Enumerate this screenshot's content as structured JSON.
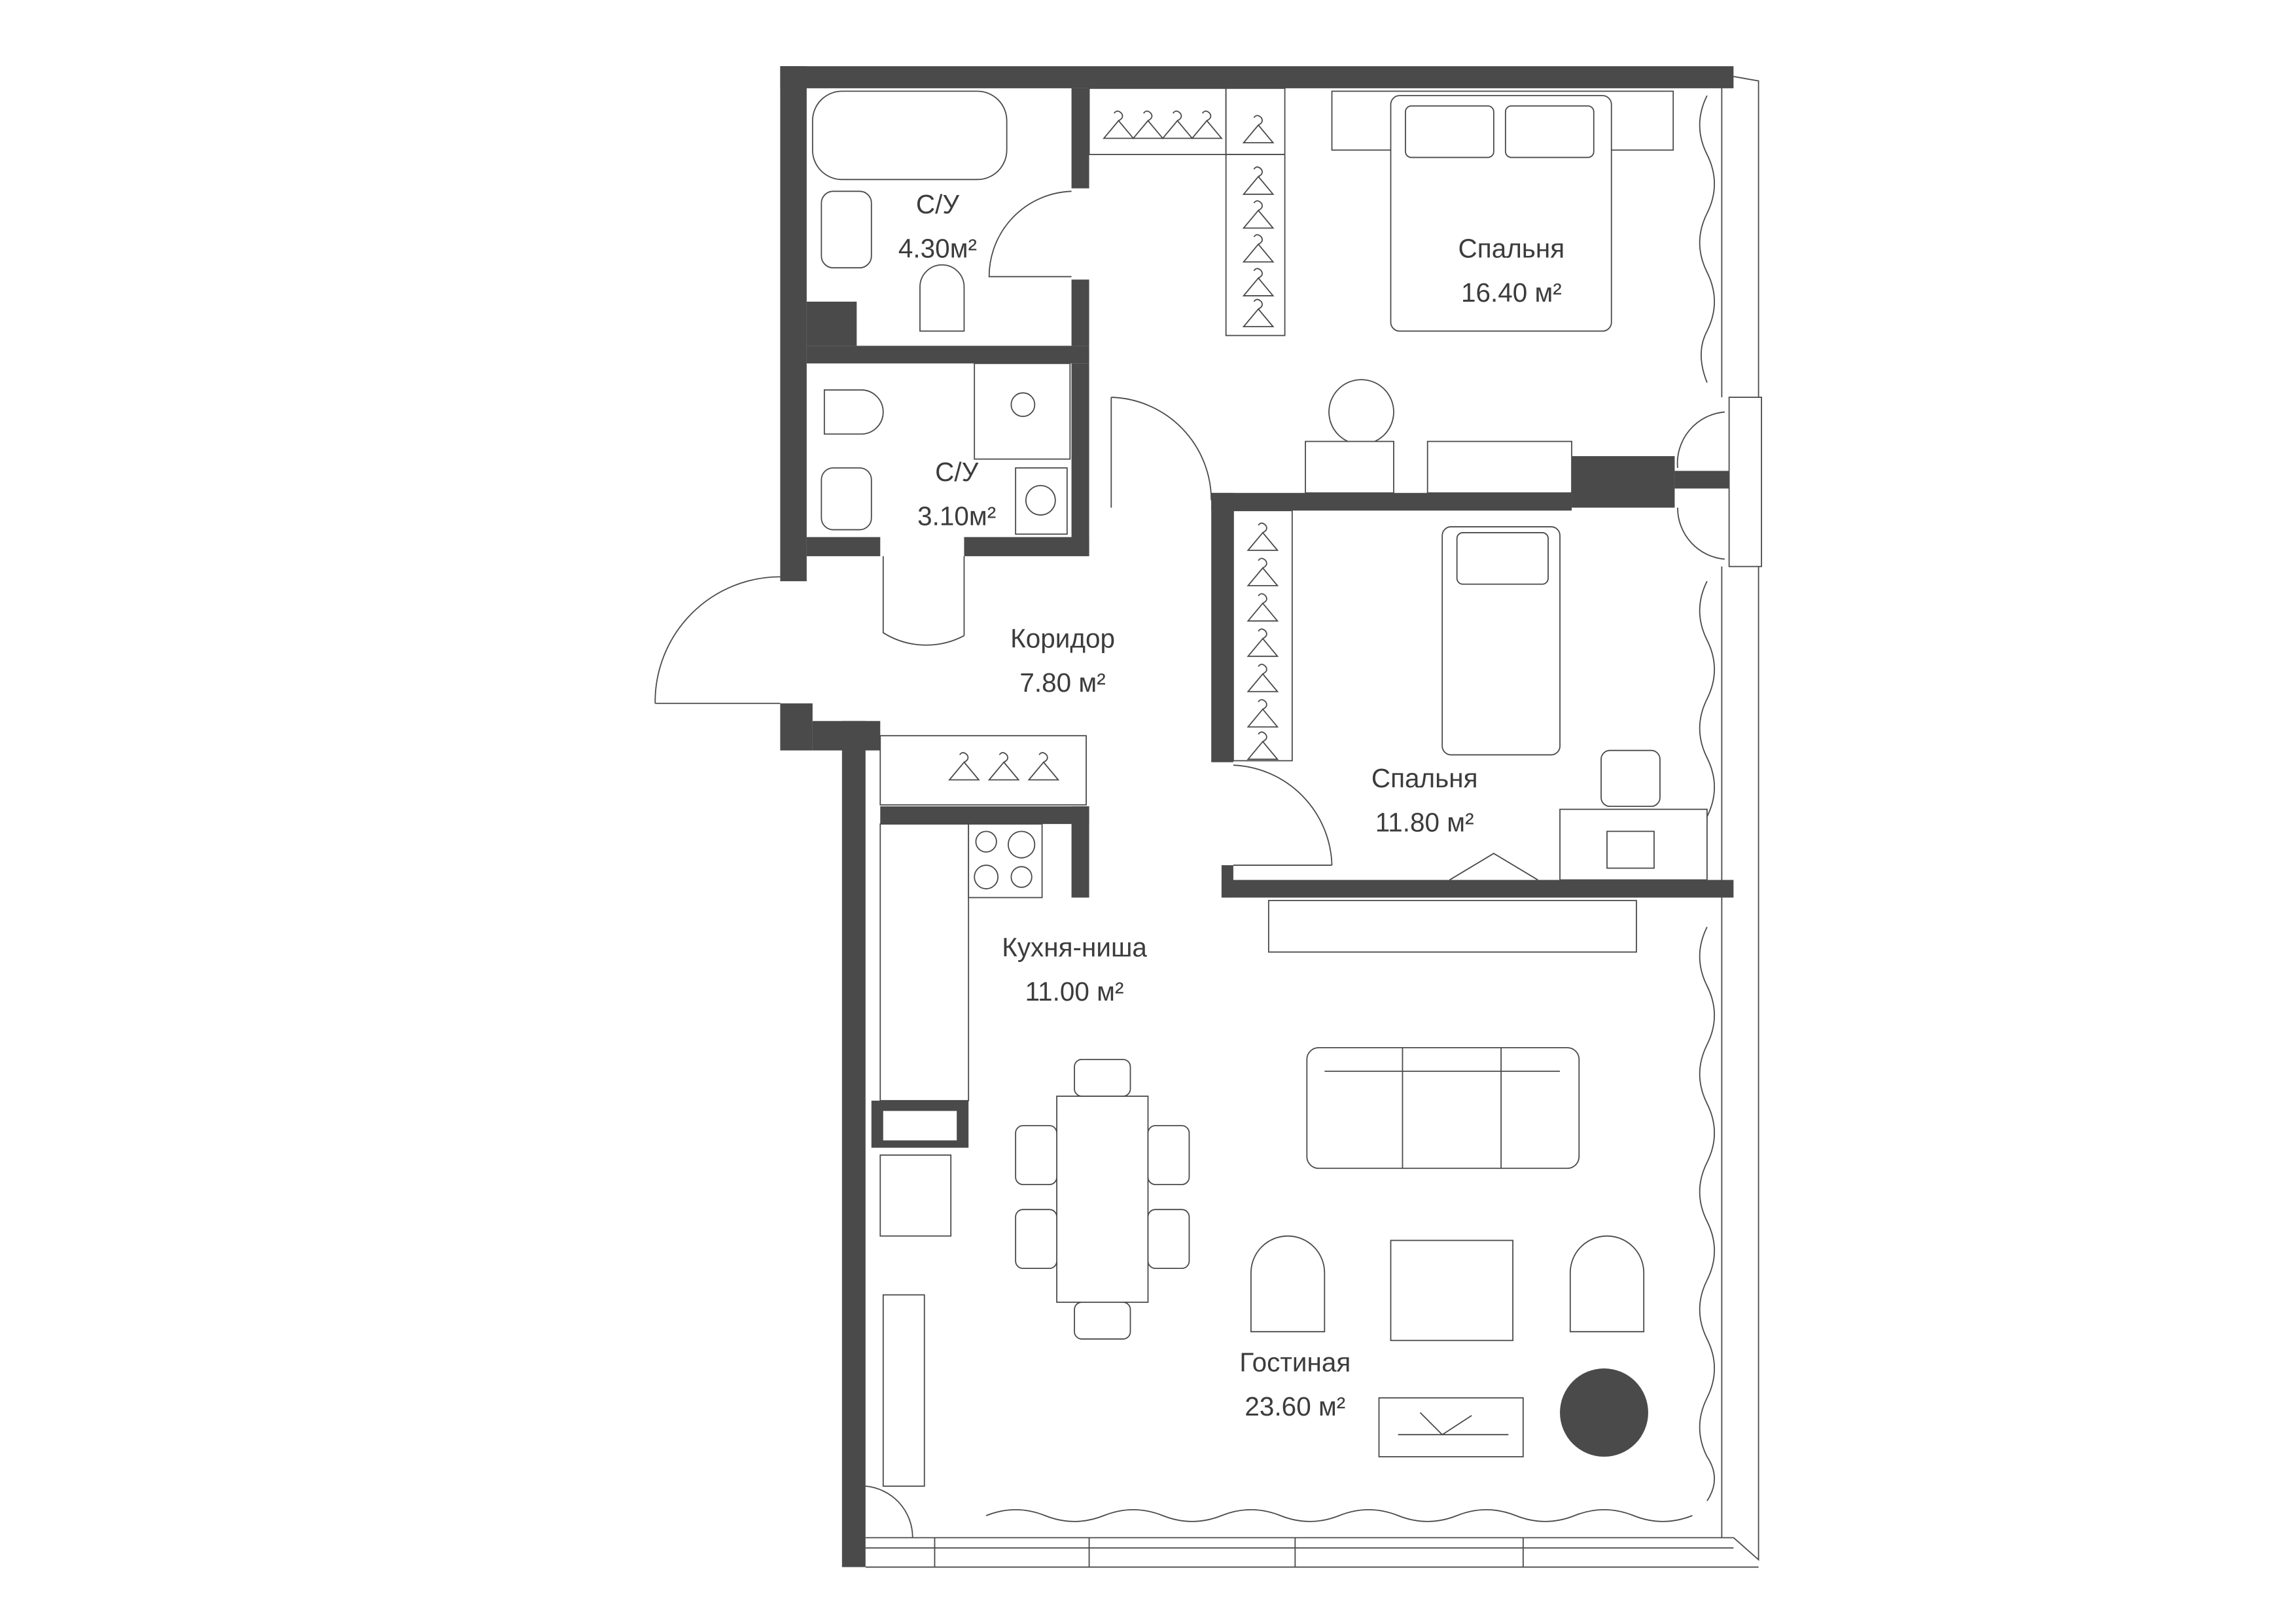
{
  "plan": {
    "rooms": [
      {
        "name": "С/У",
        "area": "4.30м²"
      },
      {
        "name": "С/У",
        "area": "3.10м²"
      },
      {
        "name": "Спальня",
        "area": "16.40 м²"
      },
      {
        "name": "Коридор",
        "area": "7.80 м²"
      },
      {
        "name": "Спальня",
        "area": "11.80 м²"
      },
      {
        "name": "Кухня-ниша",
        "area": "11.00 м²"
      },
      {
        "name": "Гостиная",
        "area": "23.60 м²"
      }
    ],
    "colors": {
      "wall": "#4a4a4a",
      "line": "#4a4a4a",
      "background": "#ffffff"
    }
  }
}
